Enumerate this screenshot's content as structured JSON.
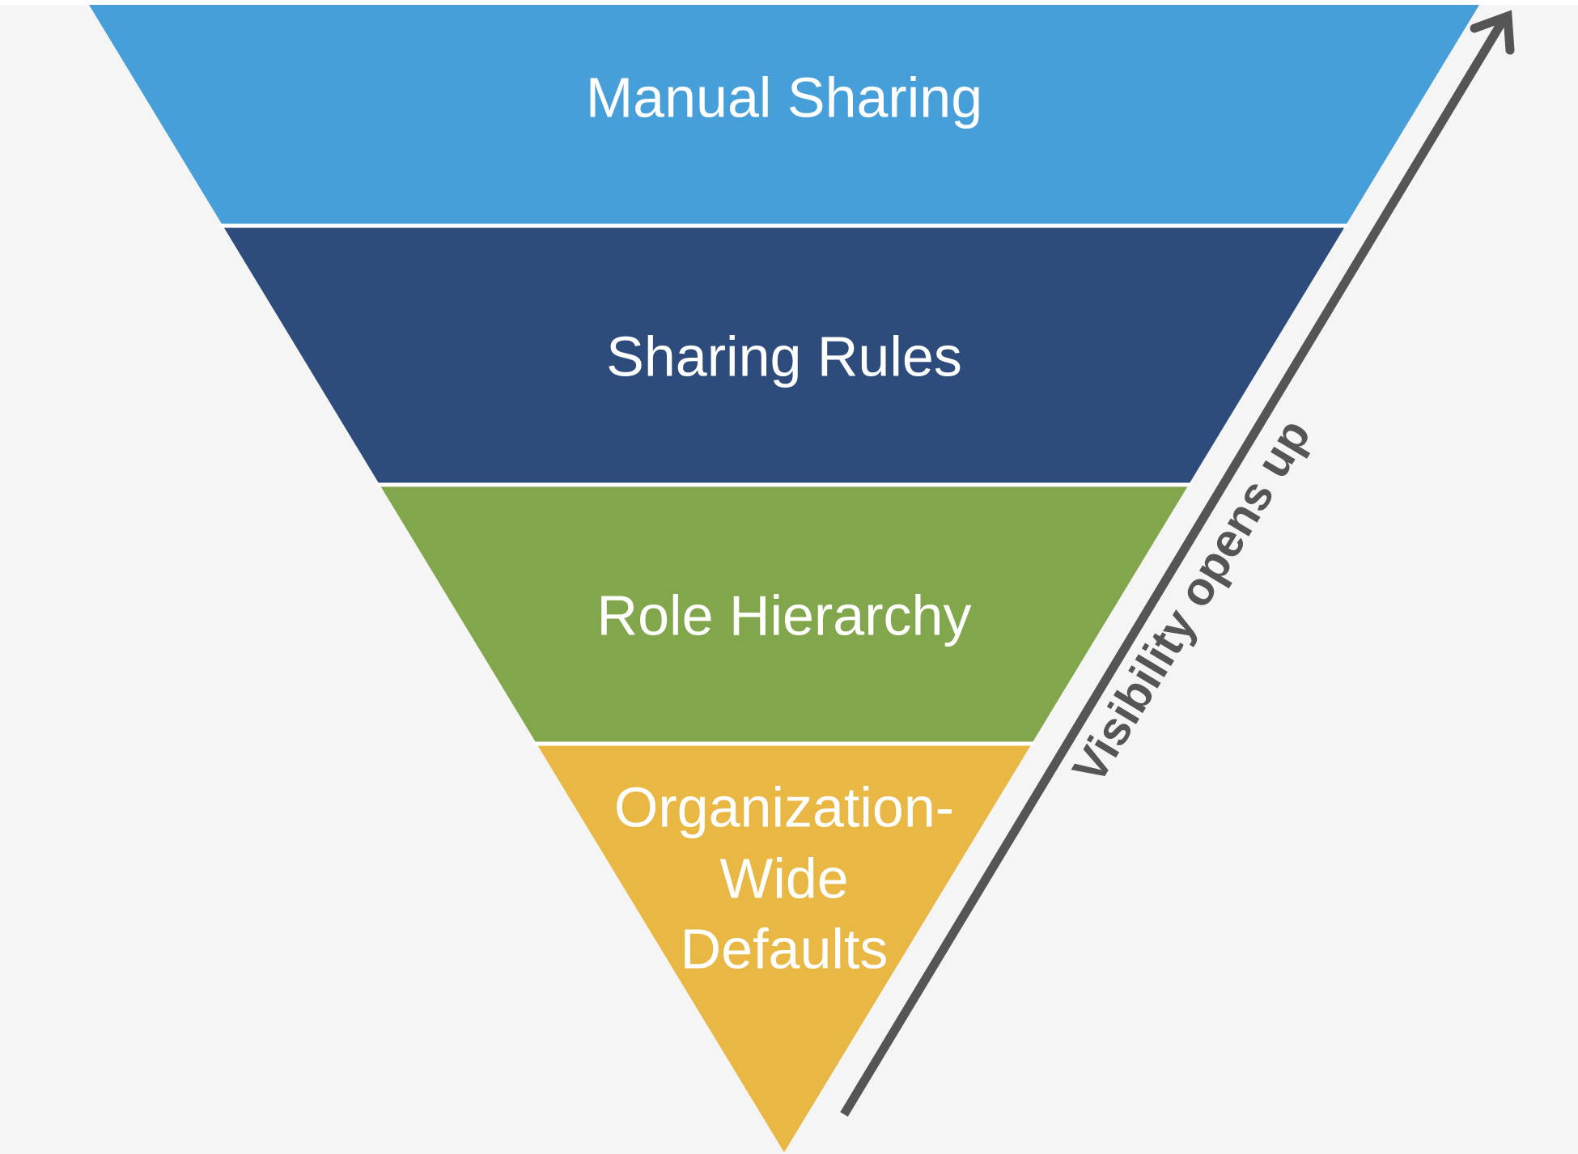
{
  "diagram": {
    "layers": [
      {
        "label_lines": [
          "Manual Sharing"
        ],
        "color": "#479fda"
      },
      {
        "label_lines": [
          "Sharing Rules"
        ],
        "color": "#2d4c7b"
      },
      {
        "label_lines": [
          "Role Hierarchy"
        ],
        "color": "#82a64b"
      },
      {
        "label_lines": [
          "Organization-",
          "Wide",
          "Defaults"
        ],
        "color": "#e9b743"
      }
    ],
    "arrow": {
      "label": "Visibility opens up",
      "color": "#555555"
    },
    "colors": {
      "background": "#f5f5f5",
      "separator": "#ffffff",
      "label_text": "#ffffff"
    }
  }
}
